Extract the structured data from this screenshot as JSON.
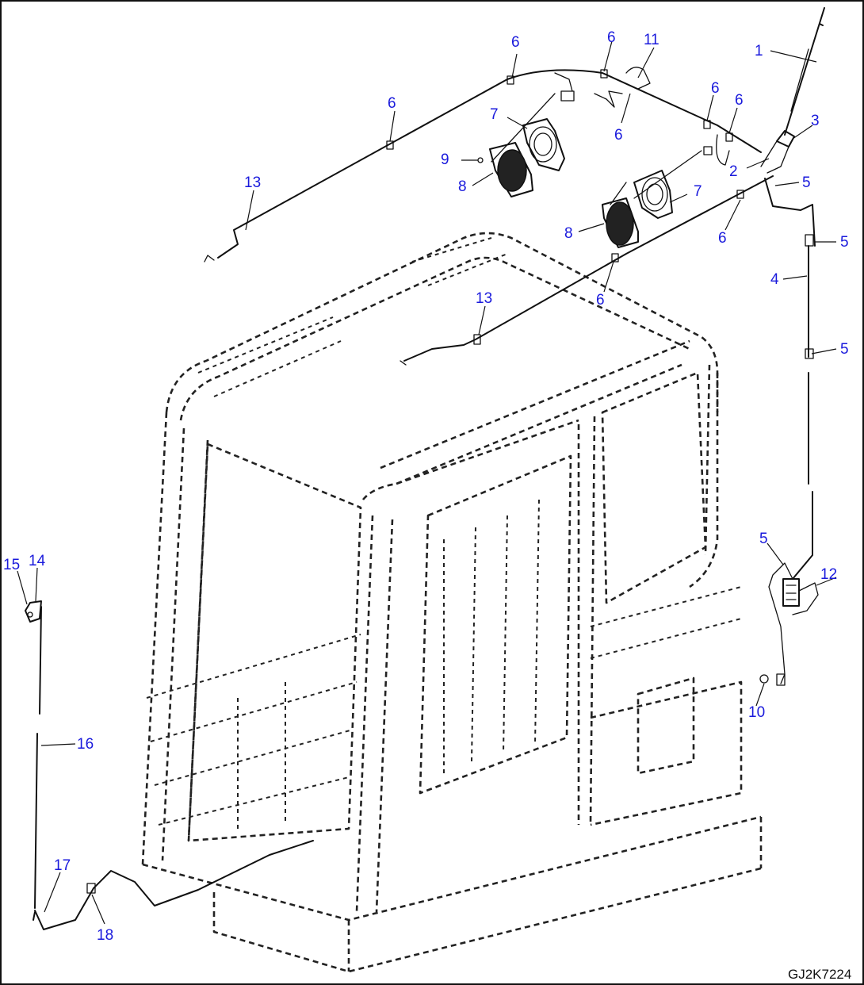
{
  "drawing_code": "GJ2K7224",
  "callouts": {
    "c1": "1",
    "c2": "2",
    "c3": "3",
    "c4": "4",
    "c5a": "5",
    "c5b": "5",
    "c5c": "5",
    "c5d": "5",
    "c6a": "6",
    "c6b": "6",
    "c6c": "6",
    "c6d": "6",
    "c6e": "6",
    "c6f": "6",
    "c6g": "6",
    "c6h": "6",
    "c7a": "7",
    "c7b": "7",
    "c8a": "8",
    "c8b": "8",
    "c9": "9",
    "c10": "10",
    "c11": "11",
    "c12": "12",
    "c13a": "13",
    "c13b": "13",
    "c14": "14",
    "c15": "15",
    "c16": "16",
    "c17": "17",
    "c18": "18"
  },
  "colors": {
    "callout": "#1a1adc",
    "line": "#111111",
    "background": "#ffffff"
  }
}
